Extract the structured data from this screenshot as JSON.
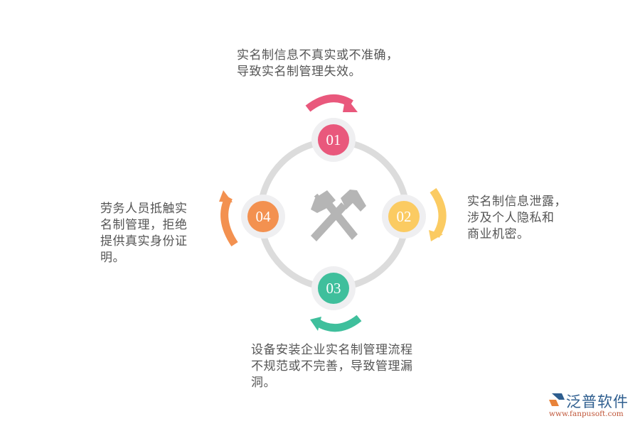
{
  "diagram": {
    "center_icon": "crossed-hammers-icon",
    "ring_color": "#dcdcdc",
    "nodes": [
      {
        "id": "01",
        "label": "01",
        "color": "#e9587c",
        "text": [
          "实名制信息不真实或不准确，",
          "导致实名制管理失效。"
        ]
      },
      {
        "id": "02",
        "label": "02",
        "color": "#fbcb62",
        "text": [
          "实名制信息泄露，",
          "涉及个人隐私和",
          "商业机密。"
        ]
      },
      {
        "id": "03",
        "label": "03",
        "color": "#3fbf9c",
        "text": [
          "设备安装企业实名制管理流程",
          "不规范或不完善，导致管理漏",
          "洞。"
        ]
      },
      {
        "id": "04",
        "label": "04",
        "color": "#f39150",
        "text": [
          "劳务人员抵触实",
          "名制管理，拒绝",
          "提供真实身份证",
          "明。"
        ]
      }
    ]
  },
  "logo": {
    "name": "泛普软件",
    "url": "www.fanpusoft.com",
    "icon": "fanpu-logo-icon"
  }
}
